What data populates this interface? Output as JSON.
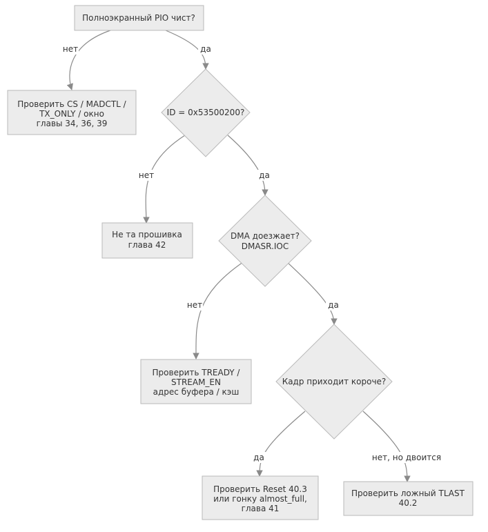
{
  "nodes": {
    "pio_clean": [
      "Полноэкранный PIO чист?"
    ],
    "check_cs": [
      "Проверить CS / MADCTL /",
      "TX_ONLY / окно",
      "главы 34, 36, 39"
    ],
    "id_check": [
      "ID = 0x53500200?"
    ],
    "wrong_fw": [
      "Не та прошивка",
      "глава 42"
    ],
    "dma_done": [
      "DMA доезжает?",
      "DMASR.IOC"
    ],
    "check_tready": [
      "Проверить TREADY /",
      "STREAM_EN",
      "адрес буфера / кэш"
    ],
    "frame_short": [
      "Кадр приходит короче?"
    ],
    "check_reset": [
      "Проверить Reset 40.3",
      "или гонку almost_full,",
      "глава 41"
    ],
    "check_tlast": [
      "Проверить ложный TLAST",
      "40.2"
    ]
  },
  "edges": {
    "pio_no": "нет",
    "pio_yes": "да",
    "id_no": "нет",
    "id_yes": "да",
    "dma_no": "нет",
    "dma_yes": "да",
    "frame_yes": "да",
    "frame_no_dup": "нет, но двоится"
  }
}
